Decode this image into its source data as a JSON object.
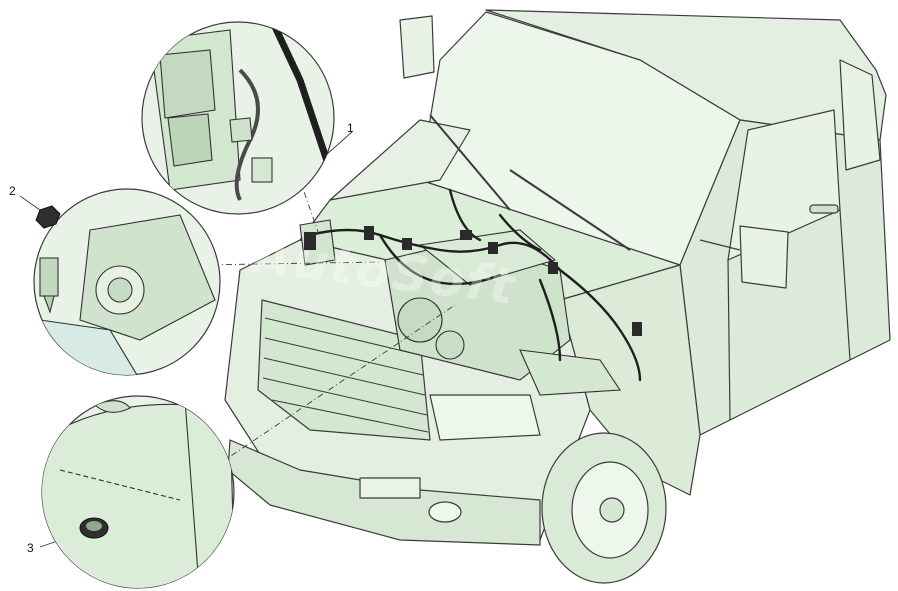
{
  "callouts": {
    "item_1": "1",
    "item_2": "2",
    "item_3": "3"
  },
  "watermark": "AutoSoft",
  "colors": {
    "body_fill": "#e3f0e1",
    "body_fill_dark": "#cfe3cc",
    "outline": "#3b3b3b",
    "shadow": "#b9d2b6",
    "harness": "#2a2a2a",
    "inset_bg": "#e8f2e6"
  }
}
